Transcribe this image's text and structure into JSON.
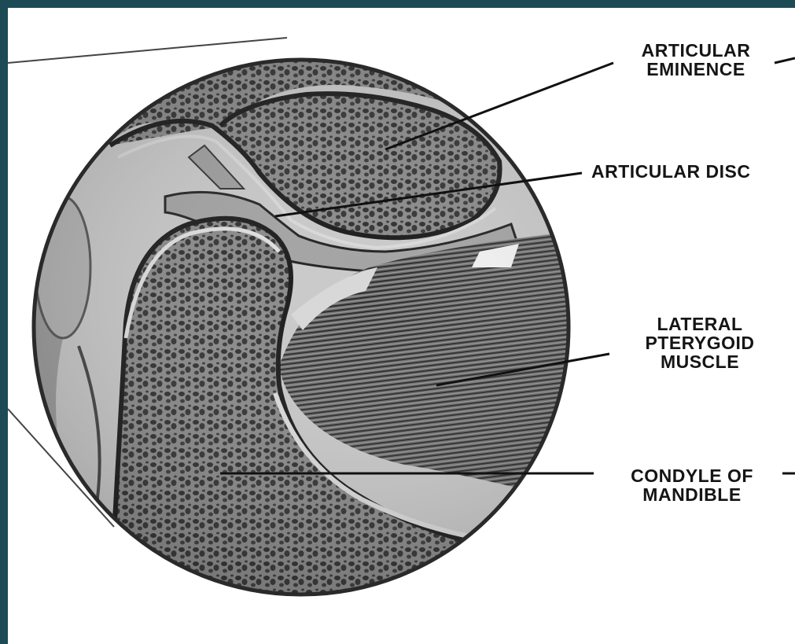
{
  "labels": {
    "articular_eminence": "ARTICULAR\nEMINENCE",
    "articular_disc": "ARTICULAR DISC",
    "lateral_pterygoid_muscle": "LATERAL\nPTERYGOID\nMUSCLE",
    "condyle_of_mandible": "CONDYLE OF\nMANDIBLE"
  },
  "colors": {
    "frame": "#1d4b55",
    "background": "#ffffff",
    "bone": "#6e6e6e",
    "muscle": "#4a4a4a",
    "ink": "#151515"
  }
}
